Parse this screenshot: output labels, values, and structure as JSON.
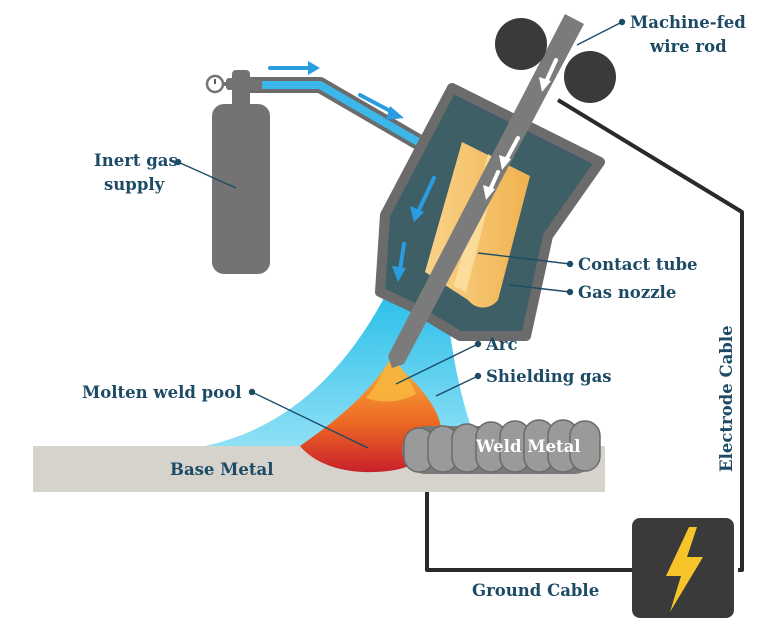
{
  "labels": {
    "machine_fed_line1": "Machine-fed",
    "machine_fed_line2": "wire rod",
    "inert_gas_line1": "Inert gas",
    "inert_gas_line2": "supply",
    "contact_tube": "Contact tube",
    "gas_nozzle": "Gas nozzle",
    "arc": "Arc",
    "shielding_gas": "Shielding gas",
    "molten_weld_pool": "Molten weld pool",
    "weld_metal": "Weld Metal",
    "base_metal": "Base Metal",
    "electrode_cable": "Electrode Cable",
    "ground_cable": "Ground Cable"
  },
  "icons": {
    "power_source": "lightning-bolt-icon",
    "pressure_gauge": "gauge-icon"
  },
  "colors": {
    "label_text": "#1d4b66",
    "cylinder": "#737373",
    "nozzle_body": "#3e5f66",
    "nozzle_outline": "#6b6b6b",
    "contact_tube": "#f5c46a",
    "shielding_gas": "#35c2ec",
    "gas_flow_arrows": "#2a9de0",
    "base_metal": "#d6d3cc",
    "weld_metal": "#7a7a7a",
    "molten_pool_dark": "#c8202a",
    "molten_pool_light": "#f39a2a",
    "cables": "#2a2a2a",
    "power_bolt": "#f7c52a"
  }
}
